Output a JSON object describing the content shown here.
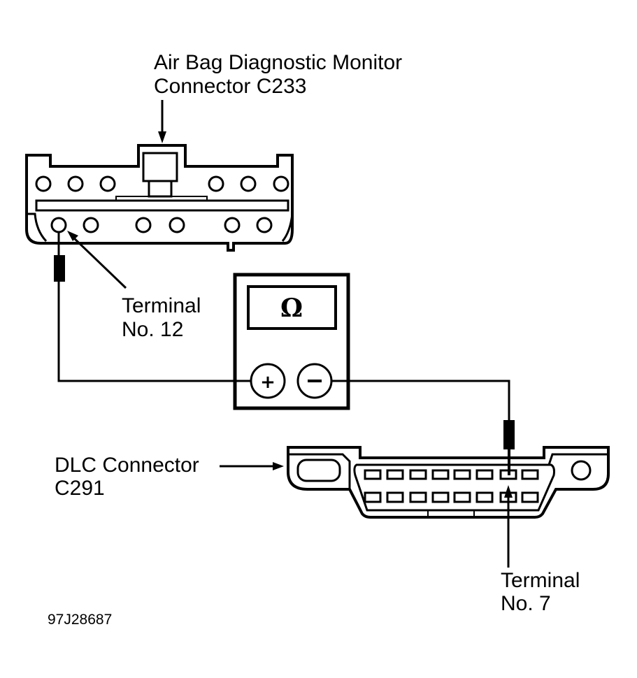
{
  "diagram": {
    "labels": {
      "airbag_connector_line1": "Air Bag Diagnostic Monitor",
      "airbag_connector_line2": "Connector C233",
      "terminal12_line1": "Terminal",
      "terminal12_line2": "No. 12",
      "dlc_connector_line1": "DLC Connector",
      "dlc_connector_line2": "C291",
      "terminal7_line1": "Terminal",
      "terminal7_line2": "No. 7",
      "figure_code": "97J28687"
    },
    "meter": {
      "display_symbol": "Ω",
      "positive_symbol": "+",
      "negative_symbol": "−",
      "mode": "ohmmeter"
    },
    "connections": [
      {
        "from": "C233 Terminal No. 12",
        "to": "meter +"
      },
      {
        "from": "meter −",
        "to": "C291 Terminal No. 7"
      }
    ]
  }
}
